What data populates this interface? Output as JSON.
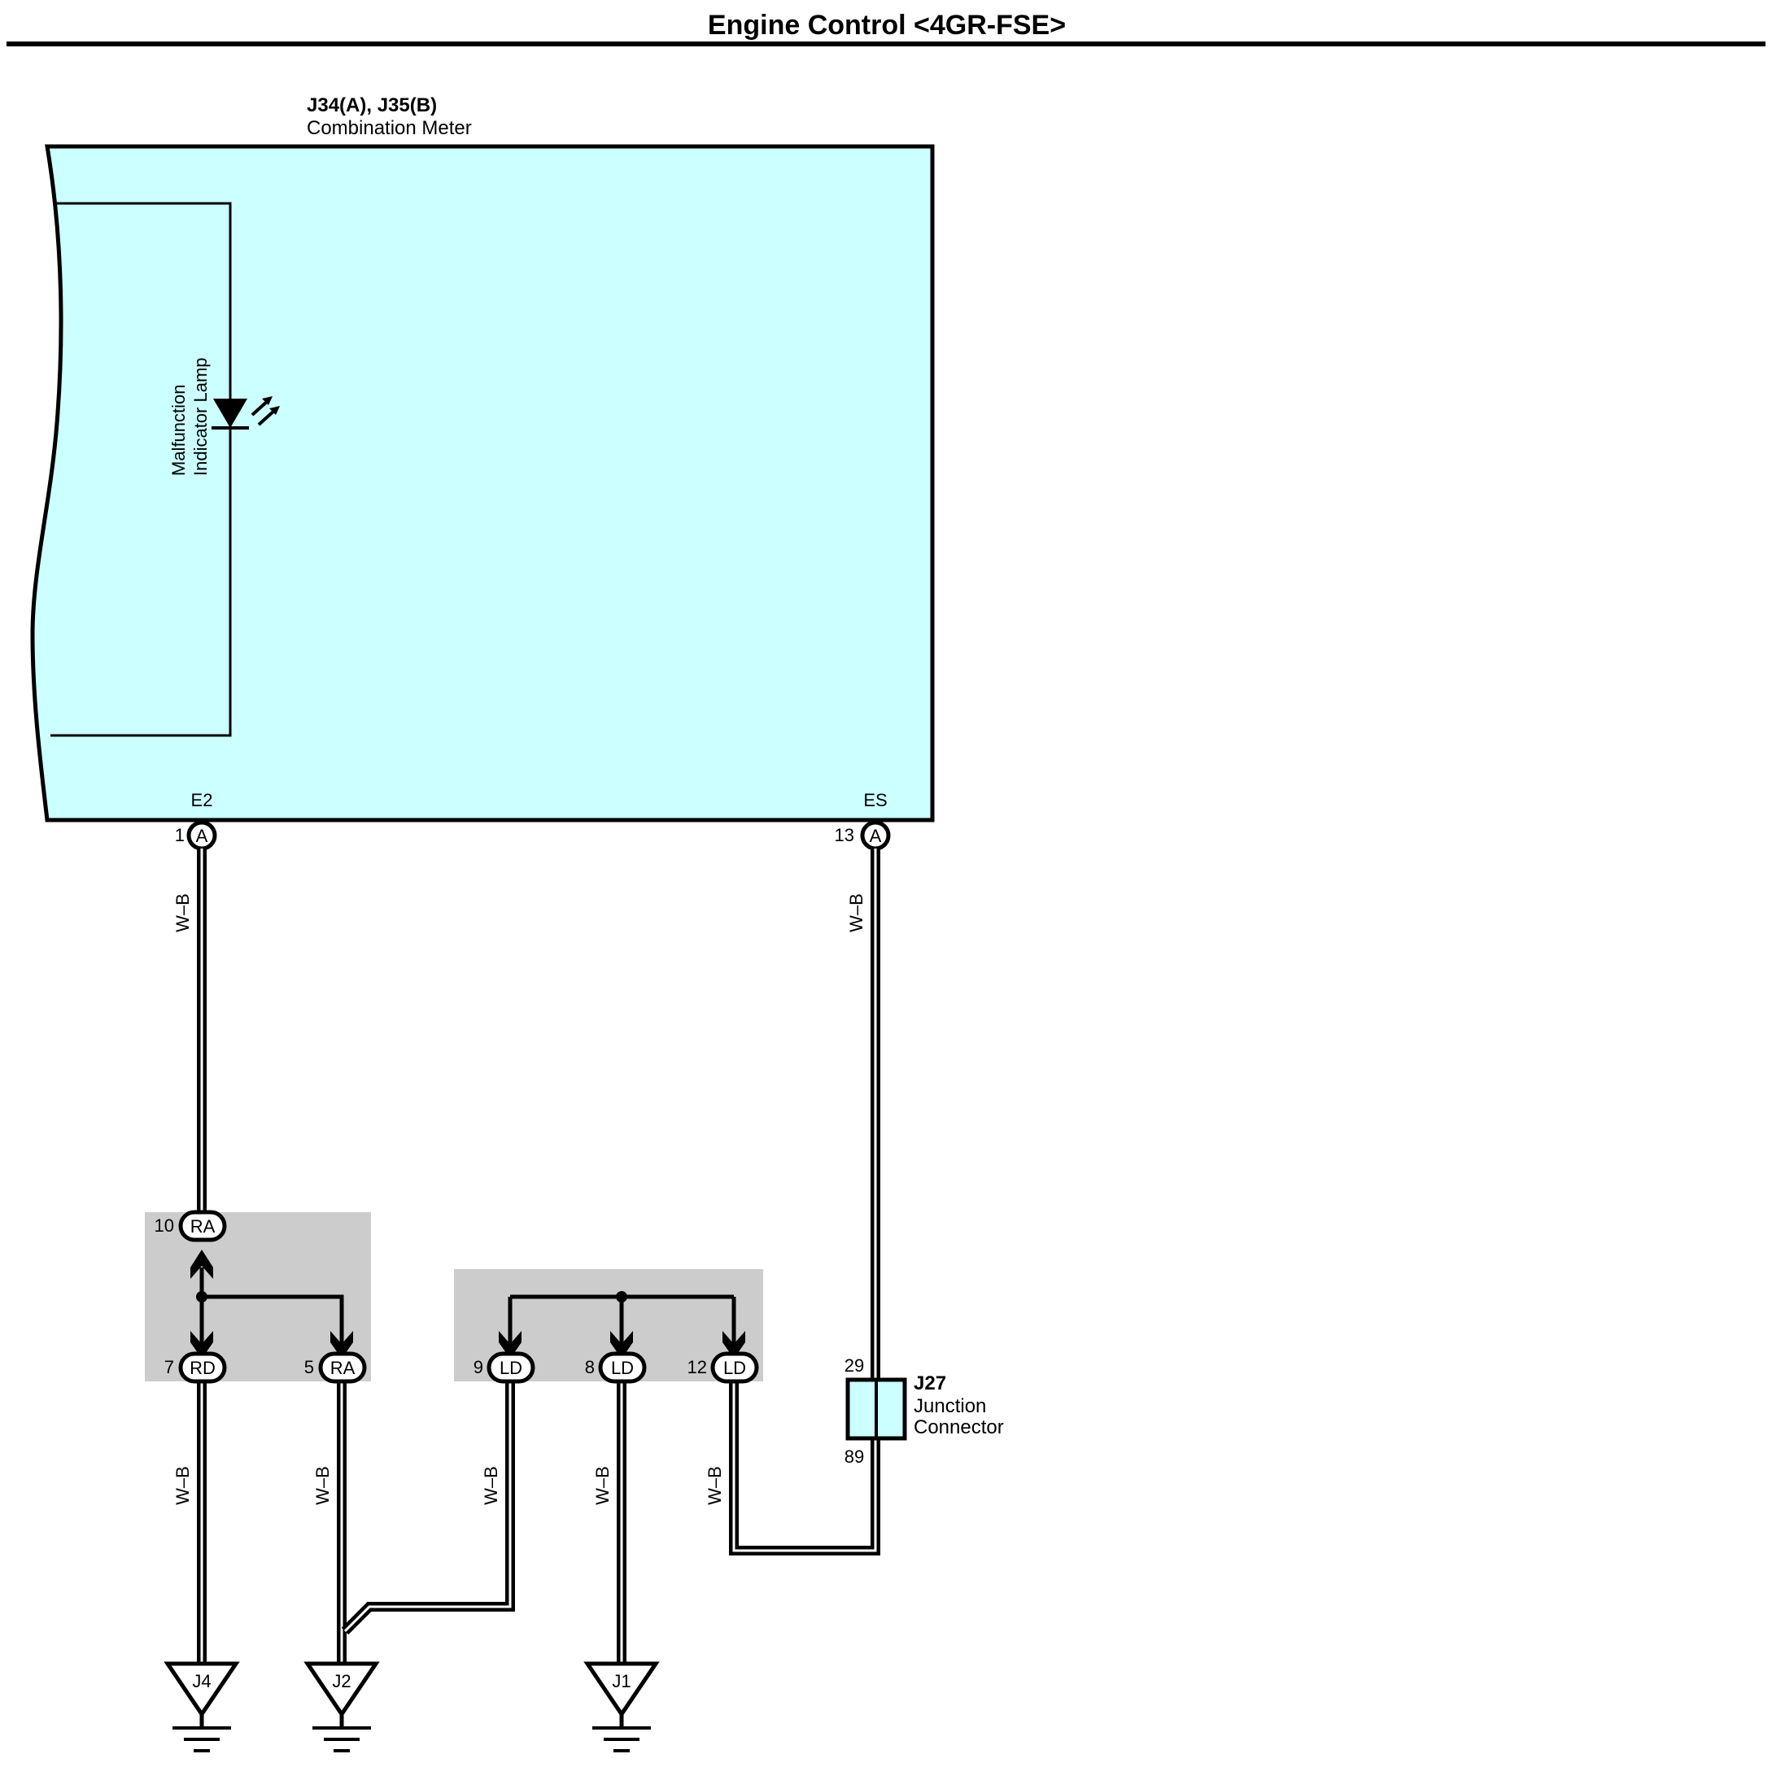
{
  "title": "Engine Control <4GR-FSE>",
  "colors": {
    "component_fill": "#ccffff",
    "splice_box_fill": "#cccccc",
    "line": "#000000",
    "background": "#ffffff"
  },
  "combination_meter": {
    "code": "J34(A), J35(B)",
    "name": "Combination Meter",
    "lamp_label_line1": "Malfunction",
    "lamp_label_line2": "Indicator Lamp",
    "lamp_icon": "led-icon",
    "pins": [
      {
        "name": "E2",
        "number": "1",
        "connector": "A"
      },
      {
        "name": "ES",
        "number": "13",
        "connector": "A"
      }
    ]
  },
  "splices": {
    "upper": {
      "number": "10",
      "code": "RA"
    },
    "left_outputs": [
      {
        "number": "7",
        "code": "RD"
      },
      {
        "number": "5",
        "code": "RA"
      }
    ],
    "right_outputs": [
      {
        "number": "9",
        "code": "LD"
      },
      {
        "number": "8",
        "code": "LD"
      },
      {
        "number": "12",
        "code": "LD"
      }
    ]
  },
  "junction_connector": {
    "code": "J27",
    "name_line1": "Junction",
    "name_line2": "Connector",
    "pin_top": "29",
    "pin_bottom": "89"
  },
  "wire_color": "W–B",
  "grounds": [
    "J4",
    "J2",
    "J1"
  ]
}
